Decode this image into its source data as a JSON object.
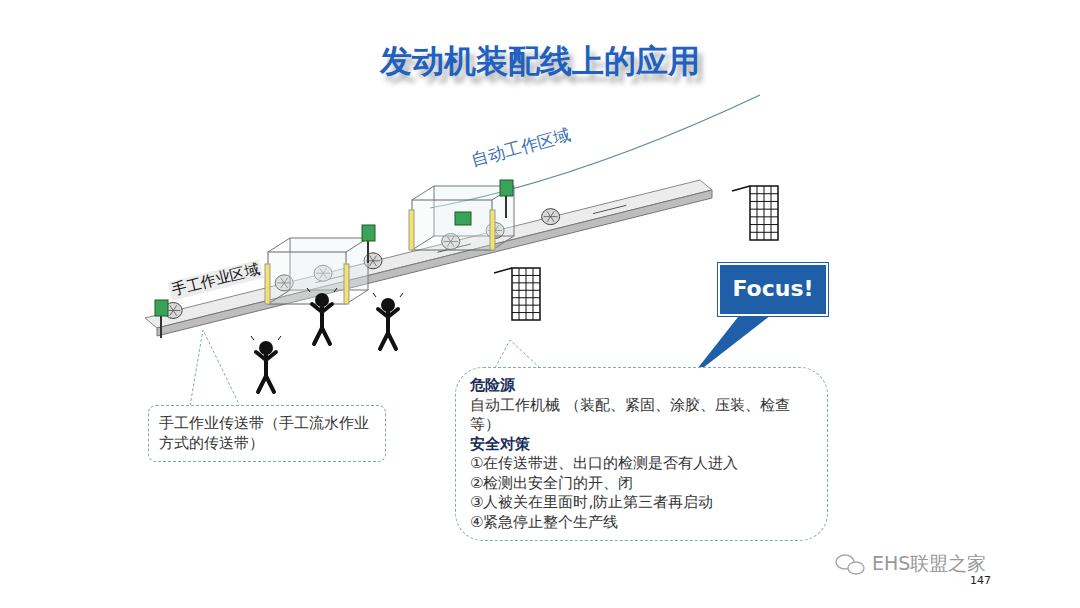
{
  "diagram": {
    "title": "发动机装配线上的应用",
    "nodes": [
      {
        "text": [
          "手工作业传送带（手工流水作业方式的传送带）"
        ]
      },
      {
        "text": [
          "危险源",
          "自动工作机械 （装配、紧固、涂胶、压装、检查等）",
          "安全对策",
          "①在传送带进、出口的检测是否有人进入",
          "②检测出安全门的开、闭",
          "③人被关在里面时,防止第三者再启动",
          "④紧急停止整个生产线"
        ]
      },
      {
        "text": [
          "Focus!"
        ]
      }
    ],
    "labels": [
      "自动工作区域",
      "手工作业区域",
      "EHS联盟之家",
      "147"
    ]
  }
}
